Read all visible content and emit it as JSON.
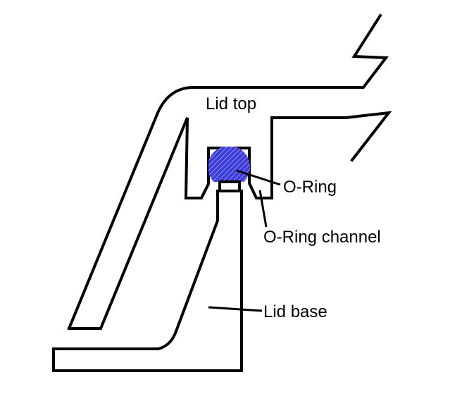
{
  "labels": {
    "lid_top": "Lid top",
    "o_ring": "O-Ring",
    "o_ring_channel": "O-Ring channel",
    "lid_base": "Lid base"
  },
  "colors": {
    "o_ring_fill": "#3c3cd8",
    "o_ring_hatch": "#8f8ff0",
    "outline": "#000000",
    "background": "#ffffff"
  }
}
